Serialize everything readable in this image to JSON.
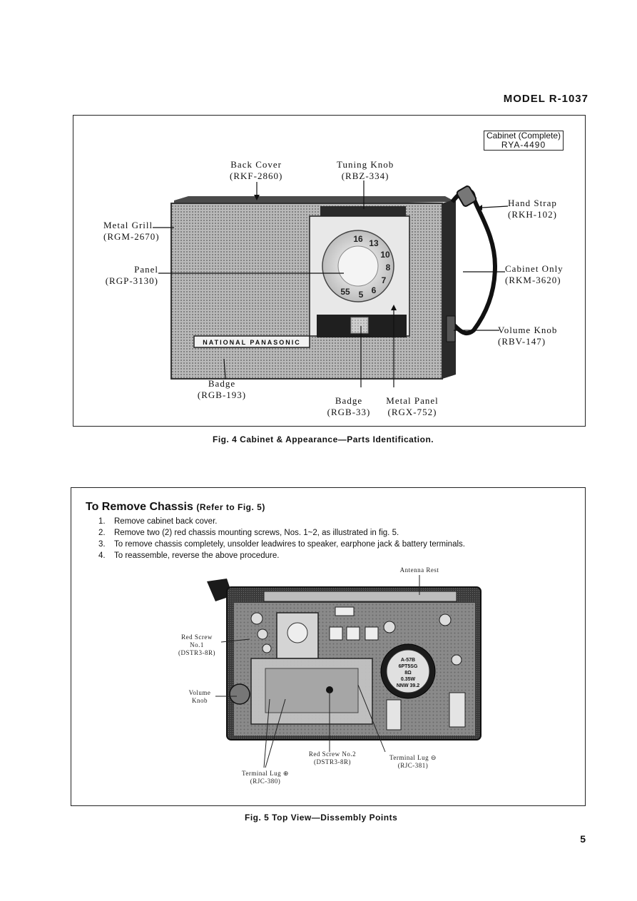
{
  "header": {
    "model": "MODEL R-1037"
  },
  "figure4": {
    "cabinet_complete": {
      "name": "Cabinet (Complete)",
      "code": "RYA-4490"
    },
    "labels": {
      "back_cover": {
        "name": "Back Cover",
        "code": "(RKF-2860)"
      },
      "tuning_knob": {
        "name": "Tuning Knob",
        "code": "(RBZ-334)"
      },
      "hand_strap": {
        "name": "Hand Strap",
        "code": "(RKH-102)"
      },
      "metal_grill": {
        "name": "Metal Grill",
        "code": "(RGM-2670)"
      },
      "panel": {
        "name": "Panel",
        "code": "(RGP-3130)"
      },
      "cabinet_only": {
        "name": "Cabinet Only",
        "code": "(RKM-3620)"
      },
      "volume_knob": {
        "name": "Volume Knob",
        "code": "(RBV-147)"
      },
      "badge_left": {
        "name": "Badge",
        "code": "(RGB-193)"
      },
      "badge_center": {
        "name": "Badge",
        "code": "(RGB-33)"
      },
      "metal_panel": {
        "name": "Metal Panel",
        "code": "(RGX-752)"
      }
    },
    "brand_plate": "NATIONAL PANASONIC",
    "dial_numbers": [
      "16",
      "13",
      "10",
      "8",
      "7",
      "6",
      "5",
      "55"
    ],
    "caption": "Fig. 4 Cabinet & Appearance—Parts Identification."
  },
  "section": {
    "title": "To Remove Chassis",
    "ref": "(Refer to Fig. 5)",
    "steps": [
      {
        "n": "1.",
        "text": "Remove cabinet back cover."
      },
      {
        "n": "2.",
        "text": "Remove two (2) red chassis mounting screws, Nos. 1~2, as illustrated in fig. 5."
      },
      {
        "n": "3.",
        "text": "To remove chassis completely, unsolder leadwires to speaker, earphone jack & battery terminals."
      },
      {
        "n": "4.",
        "text": "To reassemble, reverse the above procedure."
      }
    ]
  },
  "figure5": {
    "labels": {
      "antenna_rest": "Antenna Rest",
      "red_screw_1_a": "Red Screw",
      "red_screw_1_b": "No.1",
      "red_screw_1_c": "(DSTR3-8R)",
      "volume_knob_a": "Volume",
      "volume_knob_b": "Knob",
      "red_screw_2_a": "Red Screw No.2",
      "red_screw_2_b": "(DSTR3-8R)",
      "terminal_neg_a": "Terminal Lug ⊖",
      "terminal_neg_b": "(RJC-381)",
      "terminal_pos_a": "Terminal Lug ⊕",
      "terminal_pos_b": "(RJC-380)"
    },
    "speaker_text": [
      "A-57B",
      "6PT5SG",
      "8Ω",
      "0.35W",
      "NNW 39.2"
    ],
    "caption": "Fig. 5 Top View—Dissembly Points"
  },
  "footer": {
    "page": "5"
  }
}
